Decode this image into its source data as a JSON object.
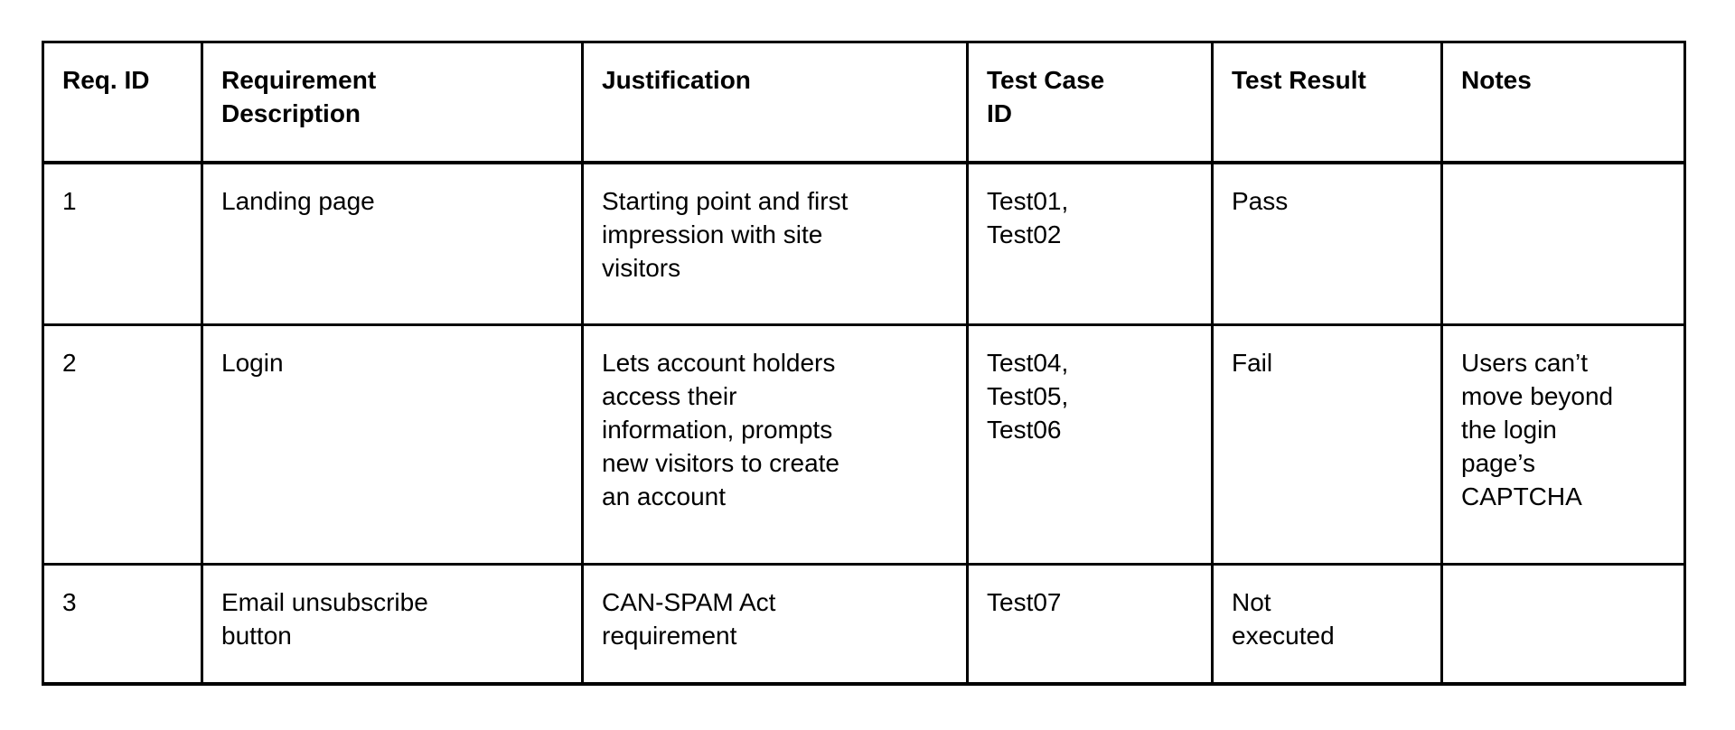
{
  "colors": {
    "background": "#ffffff",
    "border": "#000000",
    "text": "#000000"
  },
  "table": {
    "headers": [
      "Req. ID",
      "Requirement\nDescription",
      "Justification",
      "Test Case\nID",
      "Test Result",
      "Notes"
    ],
    "rows": [
      {
        "cells": [
          "1",
          "Landing page",
          "Starting point and first\nimpression with site\nvisitors",
          "Test01,\nTest02",
          "Pass",
          ""
        ]
      },
      {
        "cells": [
          "2",
          "Login",
          "Lets account holders\naccess their\ninformation, prompts\nnew visitors to create\nan account",
          "Test04,\nTest05,\nTest06",
          "Fail",
          "Users can’t\nmove beyond\nthe login\npage’s\nCAPTCHA"
        ]
      },
      {
        "cells": [
          "3",
          "Email unsubscribe\nbutton",
          "CAN-SPAM Act\nrequirement",
          "Test07",
          "Not\nexecuted",
          ""
        ]
      }
    ]
  }
}
